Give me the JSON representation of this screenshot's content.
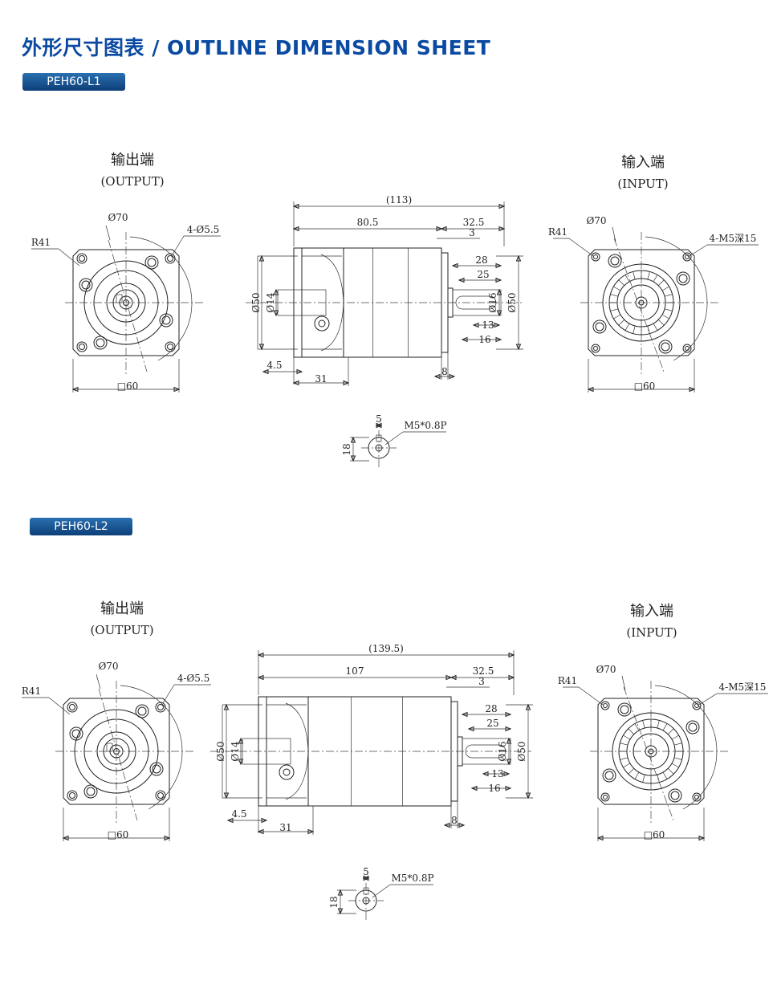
{
  "header": {
    "title": "外形尺寸图表 / OUTLINE DIMENSION SHEET"
  },
  "models": [
    {
      "name": "PEH60-L1",
      "output_label": "输出端",
      "output_sub": "(OUTPUT)",
      "input_label": "输入端",
      "input_sub": "(INPUT)",
      "dims": {
        "total": "(113)",
        "body": "80.5",
        "shaft": "32.5",
        "step": "3",
        "key_len": "28",
        "key_len2": "25",
        "d50_left": "Ø50",
        "d14": "Ø14",
        "d16": "Ø16",
        "d50_right": "Ø50",
        "key_13": "13",
        "key_16": "16",
        "flange": "4.5",
        "len_31": "31",
        "len_8": "8",
        "out_d70": "Ø70",
        "out_r41": "R41",
        "out_holes": "4-Ø5.5",
        "out_sq": "□60",
        "in_d70": "Ø70",
        "in_r41": "R41",
        "in_holes": "4-M5深15",
        "in_sq": "□60",
        "key_w": "5",
        "key_h": "18",
        "thread": "M5*0.8P"
      }
    },
    {
      "name": "PEH60-L2",
      "output_label": "输出端",
      "output_sub": "(OUTPUT)",
      "input_label": "输入端",
      "input_sub": "(INPUT)",
      "dims": {
        "total": "(139.5)",
        "body": "107",
        "shaft": "32.5",
        "step": "3",
        "key_len": "28",
        "key_len2": "25",
        "d50_left": "Ø50",
        "d14": "Ø14",
        "d16": "Ø16",
        "d50_right": "Ø50",
        "key_13": "13",
        "key_16": "16",
        "flange": "4.5",
        "len_31": "31",
        "len_8": "8",
        "out_d70": "Ø70",
        "out_r41": "R41",
        "out_holes": "4-Ø5.5",
        "out_sq": "□60",
        "in_d70": "Ø70",
        "in_r41": "R41",
        "in_holes": "4-M5深15",
        "in_sq": "□60",
        "key_w": "5",
        "key_h": "18",
        "thread": "M5*0.8P"
      }
    }
  ]
}
